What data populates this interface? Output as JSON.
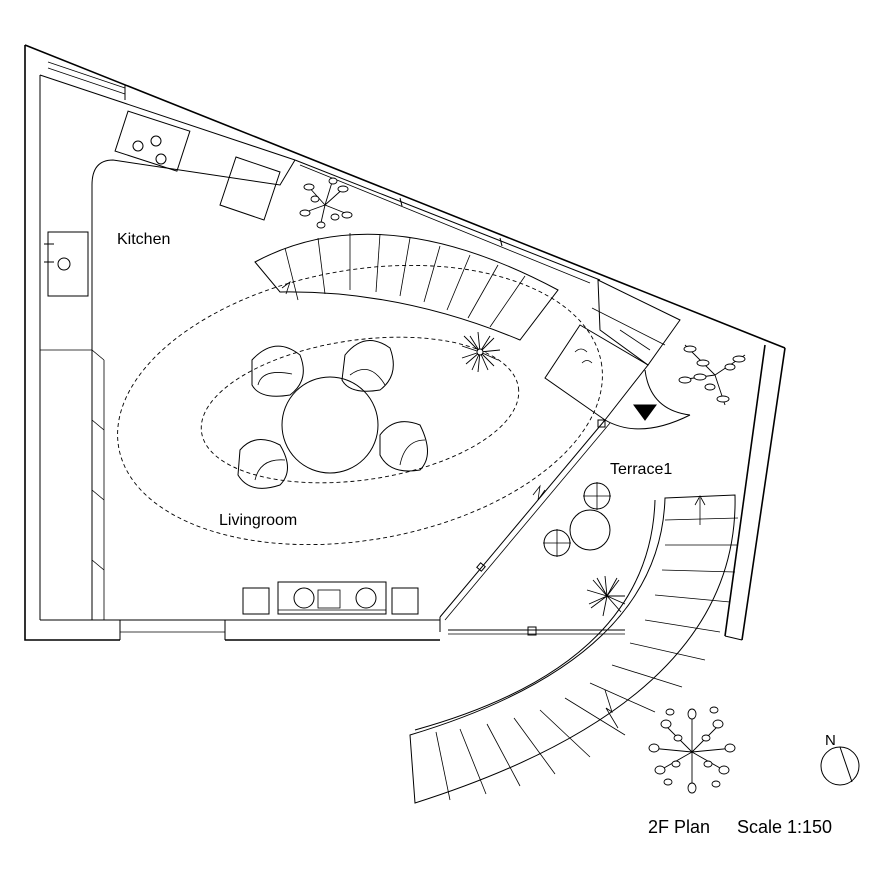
{
  "rooms": {
    "kitchen": "Kitchen",
    "livingroom": "Livingroom",
    "terrace": "Terrace1"
  },
  "caption": {
    "title": "2F Plan",
    "scale": "Scale 1:150"
  },
  "north_label": "N"
}
